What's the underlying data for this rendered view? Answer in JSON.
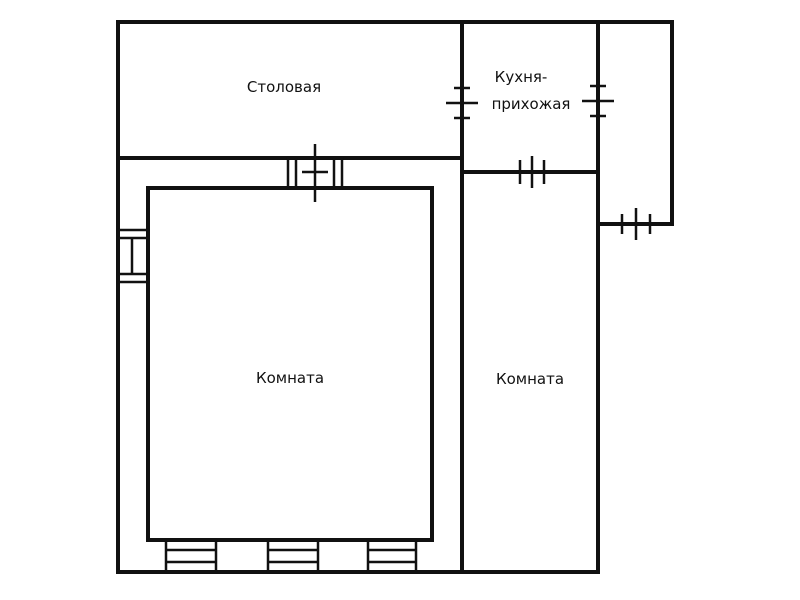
{
  "rooms": {
    "dining": "Столовая",
    "kitchen_line1": "Кухня-",
    "kitchen_line2": "прихожая",
    "room_left": "Комната",
    "room_right": "Комната"
  },
  "colors": {
    "line": "#111111",
    "background": "#ffffff"
  }
}
